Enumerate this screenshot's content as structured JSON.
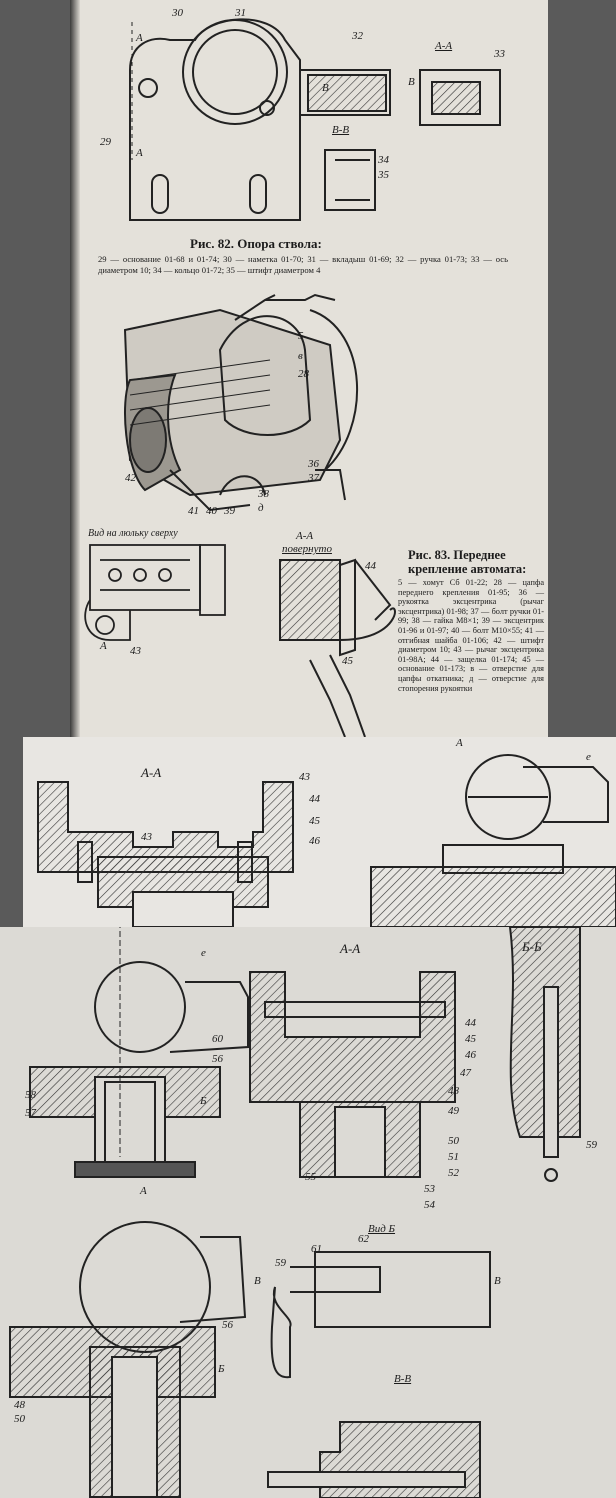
{
  "fig82": {
    "caption": "Рис. 82. Опора ствола:",
    "legend": "29 — основание 01-68 и 01-74; 30 — наметка 01-70; 31 — вкладыш 01-69; 32 — ручка 01-73; 33 — ось диаметром 10; 34 — кольцо 01-72; 35 — штифт диаметром 4",
    "labels": {
      "l30": "30",
      "l31": "31",
      "l32": "32",
      "l29": "29",
      "l33": "33",
      "l34": "34",
      "l35": "35",
      "secAA": "А-А",
      "secBB": "В-В",
      "a1": "А",
      "a2": "А",
      "b1": "В",
      "b2": "В"
    }
  },
  "fig83": {
    "caption": "Рис. 83. Переднее крепление автомата:",
    "legend": "5 — хомут Сб 01-22; 28 — цапфа переднего крепления 01-95; 36 — рукоятка эксцентрика (рычаг эксцентрика) 01-98; 37 — болт ручки 01-99; 38 — гайка М8×1; 39 — эксцентрик 01-96 и 01-97; 40 — болт М10×55; 41 — отгибная шайба 01-106; 42 — штифт диаметром 10; 43 — рычаг эксцентрика 01-98А; 44 — защелка 01-174; 45 — основание 01-173; в — отверстие для цапфы откатника; д — отверстие для стопорения рукоятки",
    "view_label": "Вид на люльку сверху",
    "section_label": "А-А",
    "section_sub": "повернуто",
    "labels": {
      "l5": "5",
      "l6": "в",
      "l28": "28",
      "l36": "36",
      "l37": "37",
      "l38": "38",
      "l39": "39",
      "l40": "40",
      "l41": "41",
      "l42": "42",
      "ld": "д",
      "l43": "43",
      "l44": "44",
      "l45": "45",
      "a": "А"
    }
  },
  "panel2": {
    "section": "А-А",
    "labels": {
      "l43a": "43",
      "l44": "44",
      "l45": "45",
      "l46": "46",
      "l43b": "43",
      "e": "е",
      "a": "А"
    }
  },
  "panel3": {
    "sectionAA": "А-А",
    "sectionBB": "Б-Б",
    "viewB": "Вид Б",
    "sectionVV": "В-В",
    "labels": {
      "e": "е",
      "l60": "60",
      "l56a": "56",
      "l58": "58",
      "l57": "57",
      "b1": "Б",
      "a1": "А",
      "l44": "44",
      "l45": "45",
      "l46": "46",
      "l47": "47",
      "l48": "48",
      "l49": "49",
      "l50": "50",
      "l51": "51",
      "l52": "52",
      "l53": "53",
      "l54": "54",
      "l55": "55",
      "l59a": "59",
      "l56b": "56",
      "b2": "Б",
      "l48b": "48",
      "l50b": "50",
      "l61": "61",
      "l62": "62",
      "l59b": "59",
      "v1": "В",
      "v2": "В"
    }
  }
}
